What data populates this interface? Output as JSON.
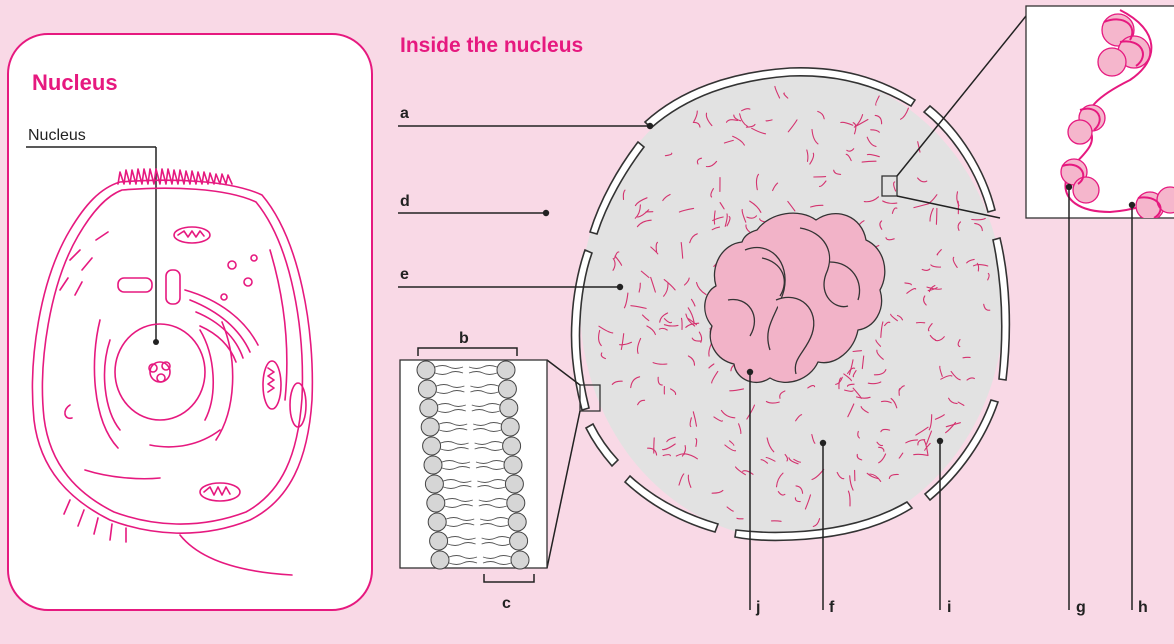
{
  "left_panel": {
    "title": "Nucleus",
    "label": "Nucleus"
  },
  "main": {
    "title": "Inside the nucleus"
  },
  "labels": {
    "a": "a",
    "b": "b",
    "c": "c",
    "d": "d",
    "e": "e",
    "f": "f",
    "g": "g",
    "h": "h",
    "i": "i",
    "j": "j"
  },
  "colors": {
    "background": "#f9d9e6",
    "accent": "#e6197f",
    "nucleoplasm": "#e2e2e2",
    "nucleolus": "#f2b3c8"
  }
}
